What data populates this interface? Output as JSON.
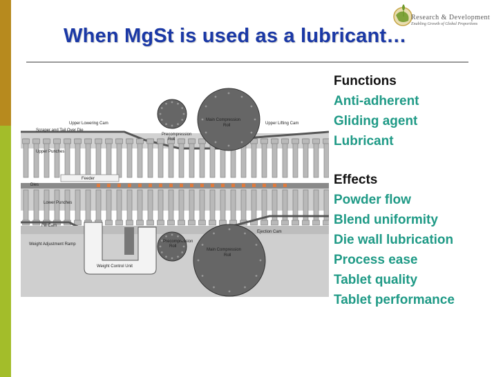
{
  "title": "When MgSt is used as a lubricant…",
  "logo": {
    "org": "Research & Development",
    "tagline": "Enabling Growth of Global Proportions"
  },
  "diagram_labels": {
    "upper_lowering_cam": "Upper  Lowering Cam",
    "scraper": "Scraper and Tail Over Die",
    "upper_punches": "Upper Punches",
    "precompression_roll_top": "Precompression\nRoll",
    "main_compression_roll_top": "Main Compression\nRoll",
    "upper_lifting_cam": "Upper  Lifting Cam",
    "feeder": "Feeder",
    "dies": "Dies",
    "lower_punches": "Lower Punches",
    "fill_cam": "Fill Cam",
    "weight_adjustment_ramp": "Weight Adjustment Ramp",
    "precompression_roll_bottom": "Precompression\nRoll",
    "main_compression_roll_bottom": "Main Compression\nRoll",
    "ejection_cam": "Ejection Cam",
    "weight_control_unit": "Weight Control Unit"
  },
  "functions": {
    "heading": "Functions",
    "items": [
      "Anti-adherent",
      "Gliding agent",
      "Lubricant"
    ]
  },
  "effects": {
    "heading": "Effects",
    "items": [
      "Powder flow",
      "Blend uniformity",
      "Die wall lubrication",
      "Process ease",
      "Tablet quality",
      "Tablet performance"
    ]
  },
  "colors": {
    "title": "#1a38a6",
    "list_item": "#1f9a86",
    "bar_top": "#b78a1e",
    "bar_bottom": "#a3bd2a"
  }
}
